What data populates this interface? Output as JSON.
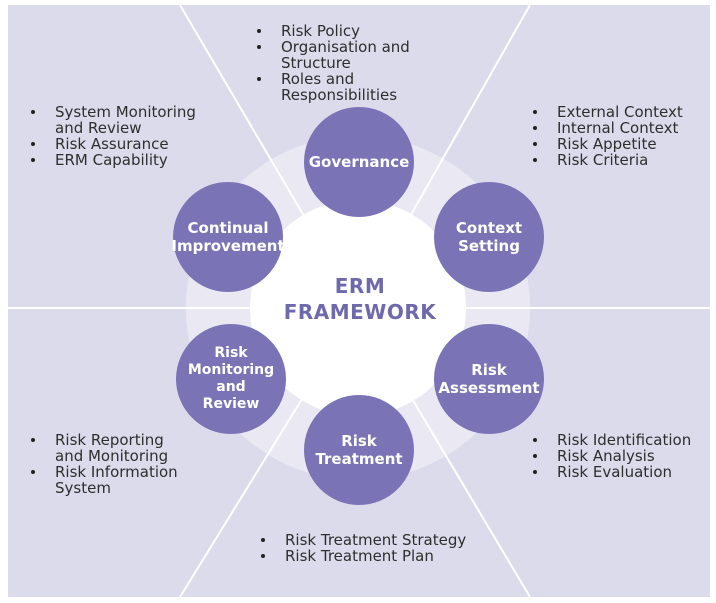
{
  "colors": {
    "panel": "#dcdbeb",
    "ring": "#e9e8f3",
    "hub": "#ffffff",
    "node": "#7a74b6",
    "center_text": "#6e68ad"
  },
  "center": {
    "line1": "ERM",
    "line2": "FRAMEWORK"
  },
  "nodes": {
    "governance": "Governance",
    "context_setting": "Context\nSetting",
    "risk_assessment": "Risk\nAssessment",
    "risk_treatment": "Risk\nTreatment",
    "risk_monitoring": "Risk\nMonitoring\nand\nReview",
    "continual_improvement": "Continual\nImprovement"
  },
  "lists": {
    "governance": [
      "Risk Policy",
      "Organisation and Structure",
      "Roles and Responsibilities"
    ],
    "context_setting": [
      "External Context",
      "Internal Context",
      "Risk Appetite",
      "Risk Criteria"
    ],
    "risk_assessment": [
      "Risk Identification",
      "Risk Analysis",
      "Risk Evaluation"
    ],
    "risk_treatment": [
      "Risk Treatment Strategy",
      "Risk Treatment Plan"
    ],
    "risk_monitoring": [
      "Risk Reporting and Monitoring",
      "Risk Information System"
    ],
    "continual_improvement": [
      "System Monitoring and Review",
      "Risk Assurance",
      "ERM Capability"
    ]
  }
}
